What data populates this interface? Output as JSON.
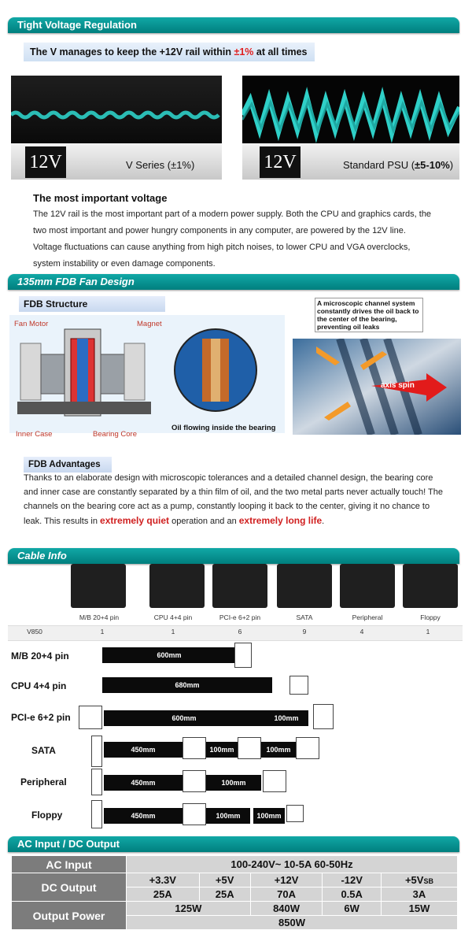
{
  "voltage": {
    "section_title": "Tight Voltage Regulation",
    "callout_prefix": "The V manages to keep the +12V rail within ",
    "callout_highlight": "±1%",
    "callout_suffix": " at all times",
    "left_chip": "12V",
    "left_label": "V Series (±1%)",
    "right_chip": "12V",
    "right_label_prefix": "Standard PSU (",
    "right_label_bold": "±5-10%",
    "right_label_suffix": ")",
    "heading": "The most important voltage",
    "body": "The 12V rail is the most important part of a modern power supply. Both the CPU and graphics cards, the two most important and power hungry components in any computer, are powered by the 12V line. Voltage fluctuations can cause anything from high pitch noises, to lower CPU and VGA overclocks, system instability or even damage components."
  },
  "fan": {
    "section_title": "135mm FDB Fan Design",
    "structure_label": "FDB Structure",
    "fan_motor": "Fan Motor",
    "magnet": "Magnet",
    "inner_case": "Inner Case",
    "bearing_core": "Bearing Core",
    "oil_caption": "Oil flowing inside the bearing",
    "micro_caption": "A microscopic channel system constantly drives the oil back to the center of the bearing, preventing oil leaks",
    "axis_spin": "axis spin",
    "advantages_label": "FDB Advantages",
    "adv_body": "Thanks to an elaborate design with microscopic tolerances and a detailed channel design, the bearing core and inner case are constantly separated by a thin film of oil, and the two metal parts never actually touch! The channels on the bearing core act as a pump, constantly looping it back to the center, giving it no chance to leak. This results in ",
    "adv_red1": "extremely quiet",
    "adv_mid": " operation and an ",
    "adv_red2": "extremely long life",
    "adv_end": "."
  },
  "cable": {
    "section_title": "Cable Info",
    "model": "V850",
    "connectors": [
      {
        "name": "M/B 20+4 pin",
        "count": "1"
      },
      {
        "name": "CPU 4+4 pin",
        "count": "1"
      },
      {
        "name": "PCI-e 6+2 pin",
        "count": "6"
      },
      {
        "name": "SATA",
        "count": "9"
      },
      {
        "name": "Peripheral",
        "count": "4"
      },
      {
        "name": "Floppy",
        "count": "1"
      }
    ],
    "rows": [
      {
        "name": "M/B 20+4 pin",
        "len1": "600mm"
      },
      {
        "name": "CPU 4+4 pin",
        "len1": "680mm"
      },
      {
        "name": "PCI-e 6+2 pin",
        "len1": "600mm",
        "len2": "100mm"
      },
      {
        "name": "SATA",
        "len1": "450mm",
        "len2": "100mm",
        "len3": "100mm"
      },
      {
        "name": "Peripheral",
        "len1": "450mm",
        "len2": "100mm"
      },
      {
        "name": "Floppy",
        "len1": "450mm",
        "len2": "100mm",
        "len3": "100mm"
      }
    ]
  },
  "acdc": {
    "section_title": "AC Input / DC Output",
    "ac_label": "AC Input",
    "ac_value": "100-240V~  10-5A  60-50Hz",
    "dc_label": "DC Output",
    "rails": [
      "+3.3V",
      "+5V",
      "+12V",
      "-12V",
      "+5V"
    ],
    "rail_sub": "SB",
    "currents": [
      "25A",
      "25A",
      "70A",
      "0.5A",
      "3A"
    ],
    "power_label": "Output Power",
    "power_33_5": "125W",
    "power_12": "840W",
    "power_m12": "6W",
    "power_sb": "15W",
    "total": "850W"
  }
}
